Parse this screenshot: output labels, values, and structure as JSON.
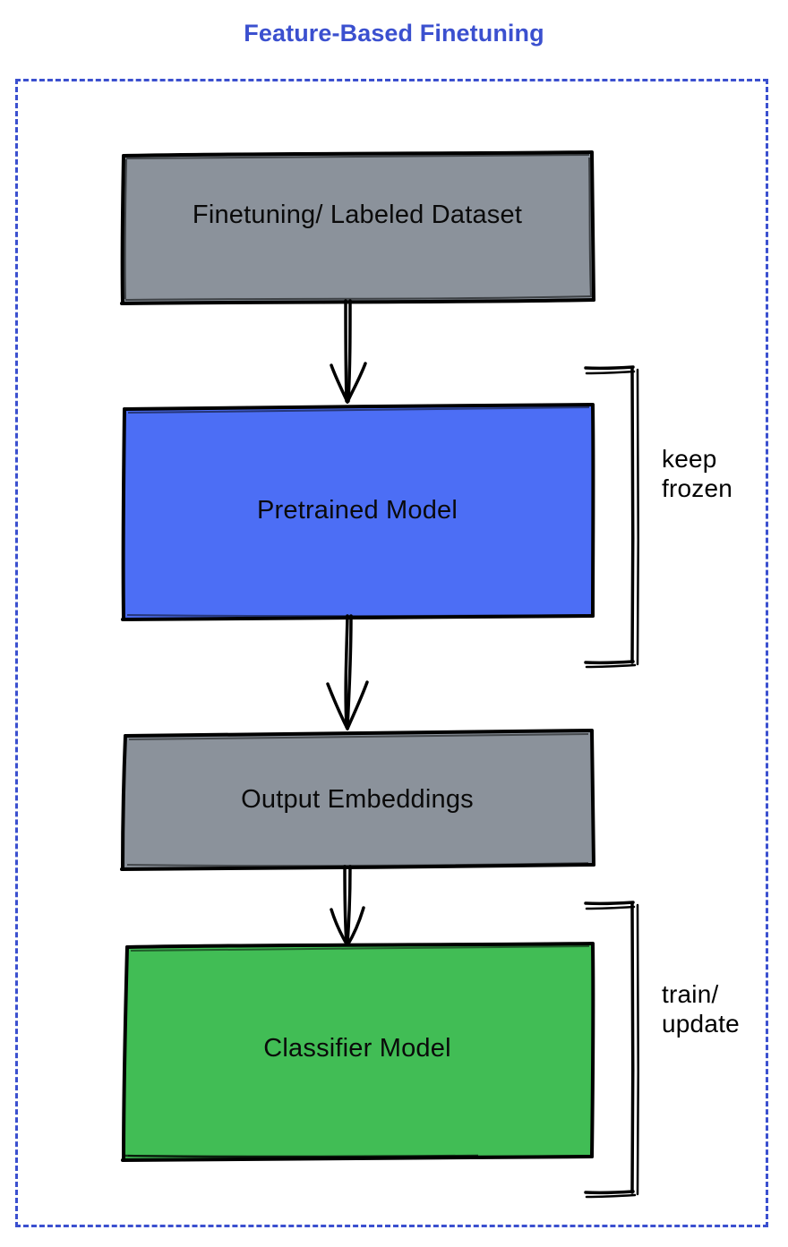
{
  "diagram": {
    "title": "Feature-Based Finetuning",
    "type": "flowchart",
    "title_color": "#3b50cf",
    "container_border_color": "#3b50cf",
    "background_color": "#ffffff",
    "nodes": [
      {
        "id": "dataset",
        "label": "Finetuning/ Labeled Dataset",
        "fill": "#8b929b",
        "stroke": "#000000",
        "shape": "rectangle"
      },
      {
        "id": "pretrained",
        "label": "Pretrained Model",
        "fill": "#4c6ef5",
        "stroke": "#000000",
        "shape": "rectangle"
      },
      {
        "id": "embeddings",
        "label": "Output Embeddings",
        "fill": "#8b929b",
        "stroke": "#000000",
        "shape": "rectangle"
      },
      {
        "id": "classifier",
        "label": "Classifier Model",
        "fill": "#41bd55",
        "stroke": "#000000",
        "shape": "rectangle"
      }
    ],
    "edges": [
      {
        "id": "dataset-to-pretrained",
        "from": "dataset",
        "to": "pretrained",
        "label": ""
      },
      {
        "id": "pretrained-to-embeddings",
        "from": "pretrained",
        "to": "embeddings",
        "label": ""
      },
      {
        "id": "embeddings-to-classifier",
        "from": "embeddings",
        "to": "classifier",
        "label": ""
      }
    ],
    "annotations": [
      {
        "id": "frozen",
        "text": "keep\nfrozen",
        "targets": [
          "pretrained"
        ]
      },
      {
        "id": "train",
        "text": "train/\nupdate",
        "targets": [
          "classifier"
        ]
      }
    ]
  }
}
